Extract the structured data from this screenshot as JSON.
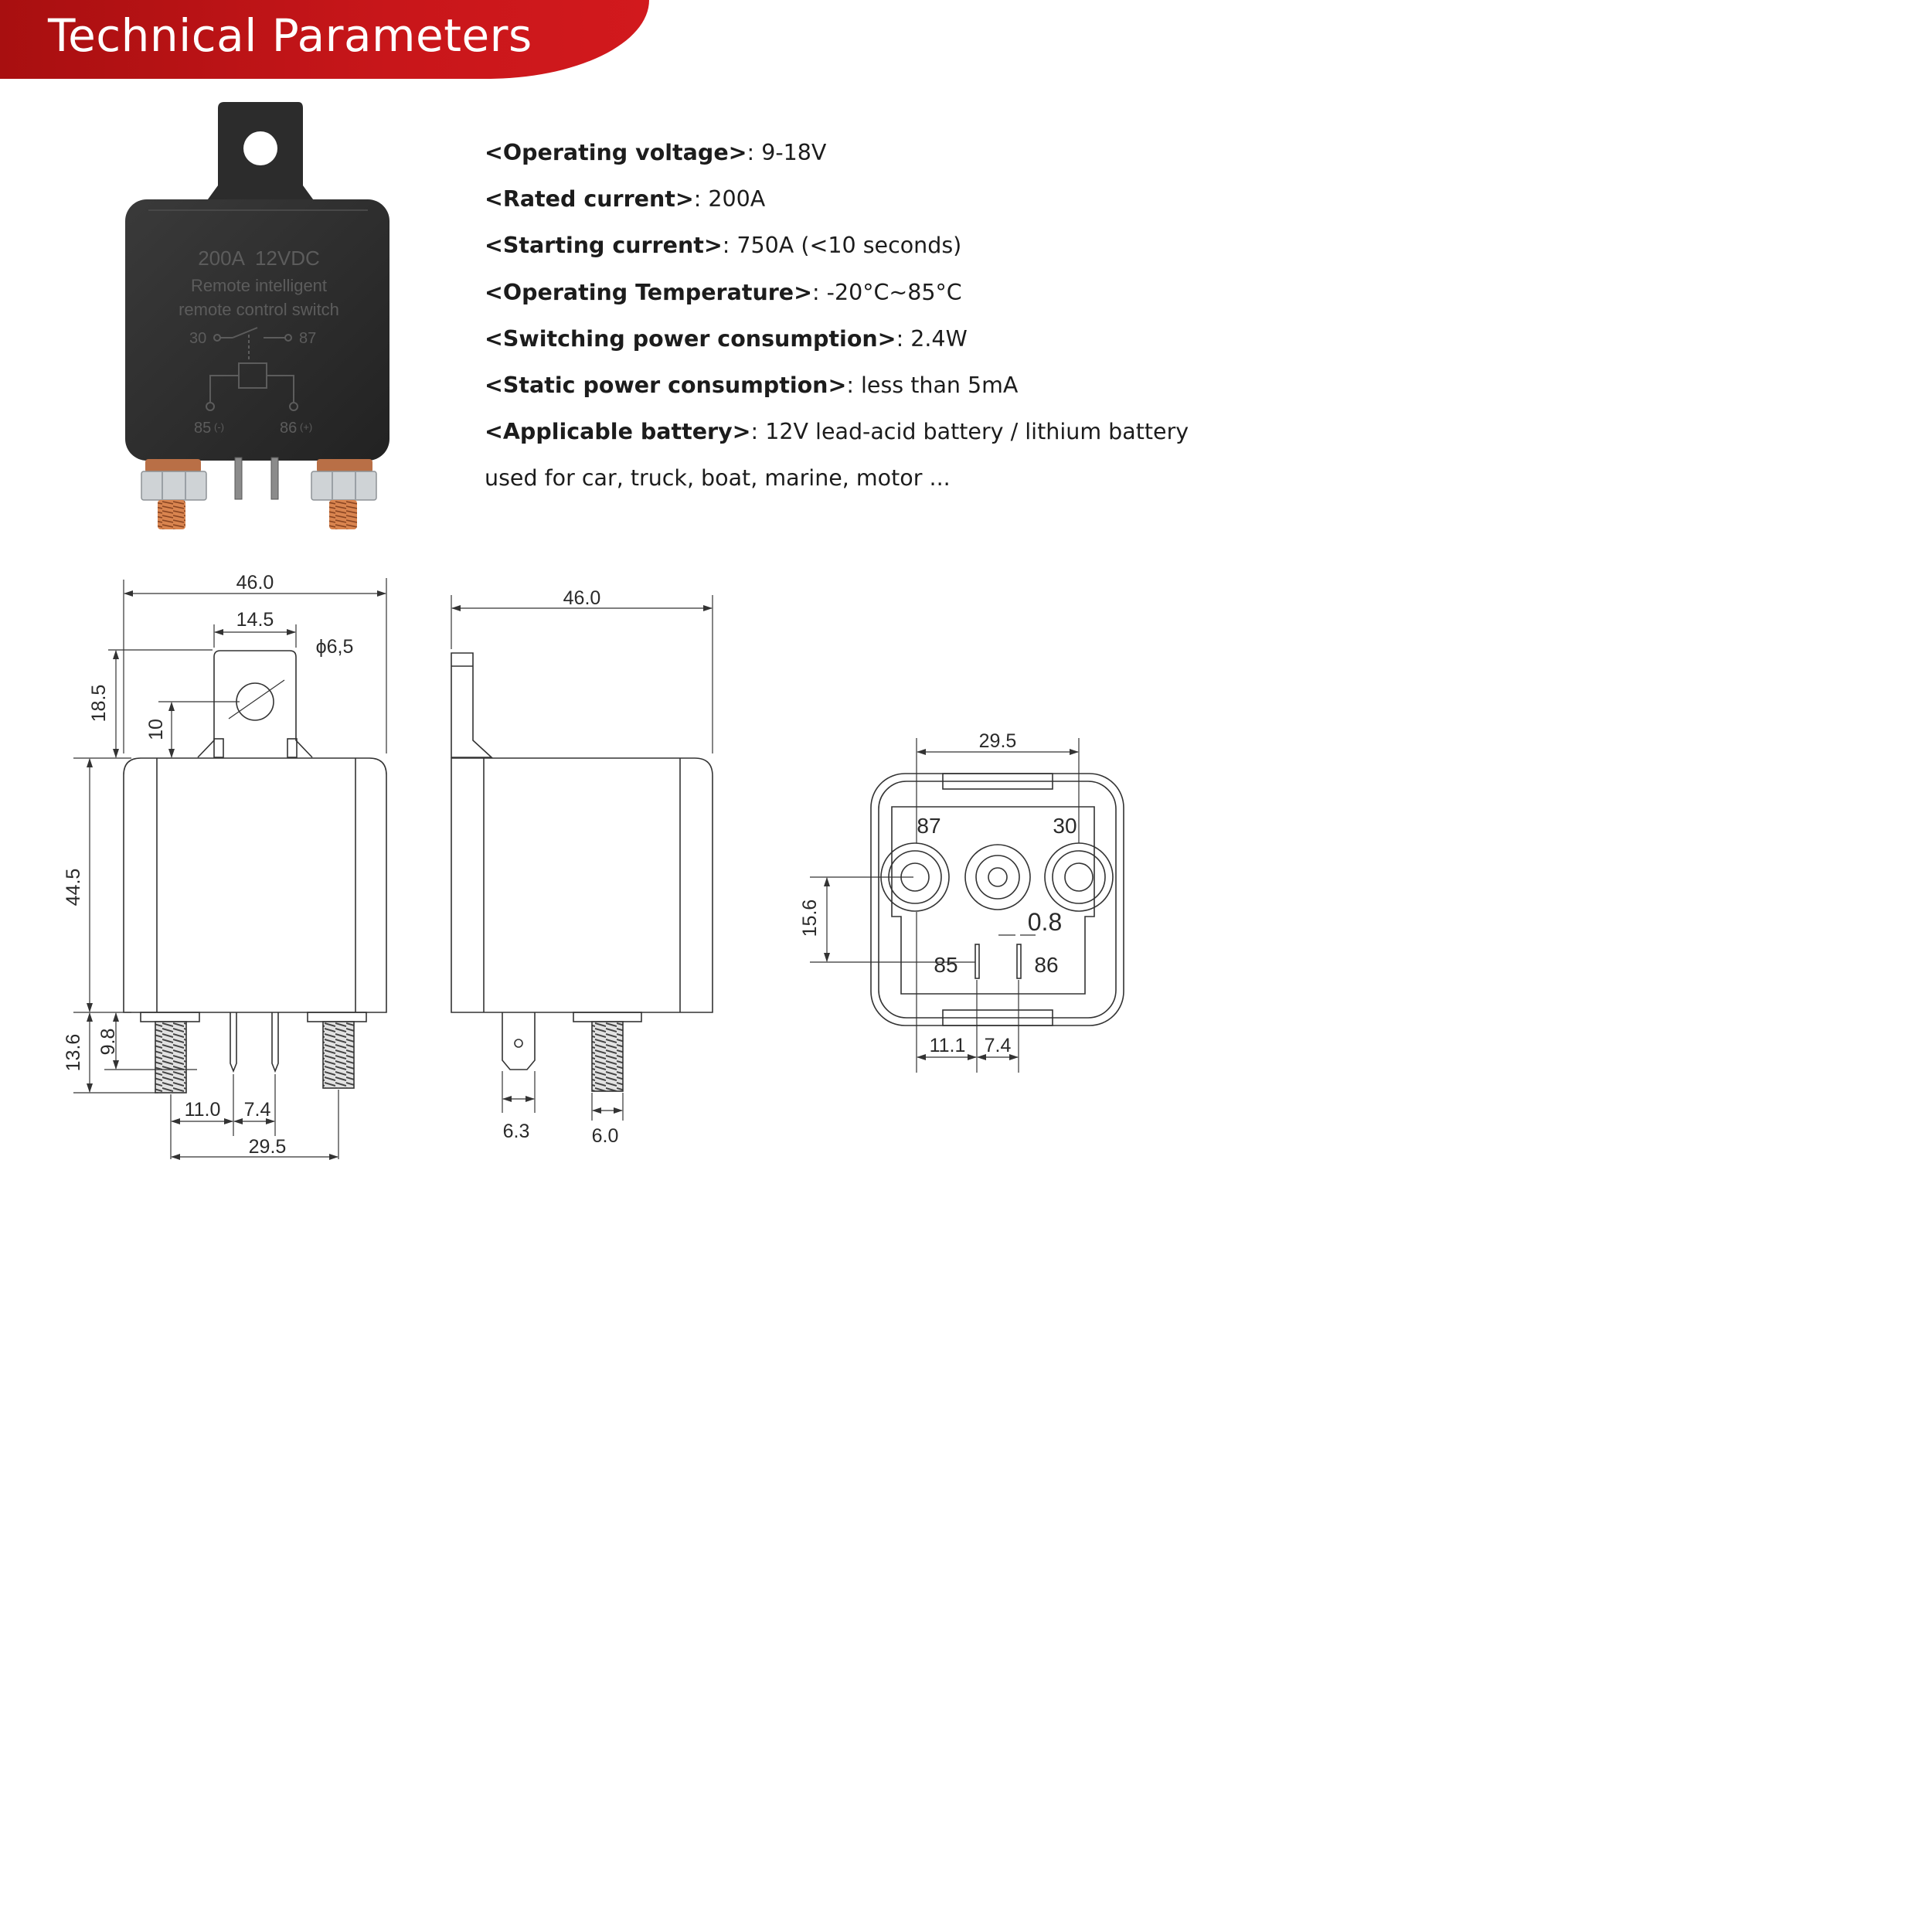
{
  "header": {
    "title": "Technical Parameters"
  },
  "specs": [
    {
      "key": "<Operating voltage>",
      "value": ": 9-18V"
    },
    {
      "key": "<Rated current>",
      "value": ": 200A"
    },
    {
      "key": "<Starting current>",
      "value": ": 750A (<10 seconds)"
    },
    {
      "key": "<Operating Temperature>",
      "value": ": -20°C~85°C"
    },
    {
      "key": "<Switching power consumption>",
      "value": ": 2.4W"
    },
    {
      "key": "<Static power consumption>",
      "value": ": less than 5mA"
    },
    {
      "key": "<Applicable battery>",
      "value": ": 12V lead-acid battery / lithium battery"
    }
  ],
  "usage": "used for car, truck, boat, marine, motor ...",
  "product_label": {
    "rating": "200A  12VDC",
    "line1": "Remote intelligent",
    "line2": "remote control switch",
    "pin30": "30",
    "pin87": "87",
    "pin85": "85",
    "pin85_sign": "(-)",
    "pin86": "86",
    "pin86_sign": "(+)"
  },
  "front_view": {
    "width": "46.0",
    "tab_width": "14.5",
    "hole": "ϕ6,5",
    "tab_height": "18.5",
    "hole_height": "10",
    "body_height": "44.5",
    "terminal_total": "13.6",
    "thread": "9.8",
    "spacing_a": "11.0",
    "spacing_b": "7.4",
    "terminal_spacing": "29.5"
  },
  "side_view": {
    "width": "46.0",
    "spade": "6.3",
    "stud": "6.0"
  },
  "bottom_view": {
    "stud_spacing": "29.5",
    "label_87": "87",
    "label_30": "30",
    "offset": "15.6",
    "pin_thickness": "0.8",
    "label_85": "85",
    "label_86": "86",
    "spacing_a": "11.1",
    "spacing_b": "7.4"
  },
  "colors": {
    "banner": "#c8161a",
    "relay_body": "#2b2b2b",
    "copper": "#c8744a"
  }
}
